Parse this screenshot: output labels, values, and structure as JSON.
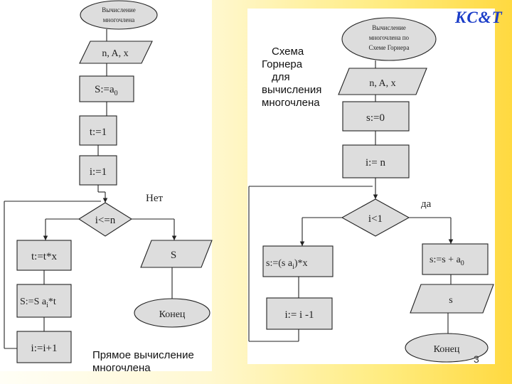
{
  "logo": "KC&T",
  "page_number": "3",
  "captions": {
    "right_title_lines": [
      "Схема",
      "Горнера",
      "для",
      "вычисления",
      "многочлена"
    ],
    "left_bottom_lines": [
      "Прямое вычисление",
      "многочлена"
    ]
  },
  "left_flow": {
    "start": [
      "Вычисление",
      "многочлена"
    ],
    "input": "n, A, x",
    "s_init": "S:=a",
    "s_init_sub": "0",
    "t_init": "t:=1",
    "i_init": "i:=1",
    "condition": "i<=n",
    "condition_label": "Нет",
    "t_update": "t:=t*x",
    "s_update": "S:=S a",
    "s_update_sub": "i",
    "s_update_tail": "*t",
    "i_update": "i:=i+1",
    "output": "S",
    "end": "Конец"
  },
  "right_flow": {
    "start": [
      "Вычисление",
      "многочлена по",
      "Схеме Горнера"
    ],
    "input": "n, A, x",
    "s_init": "s:=0",
    "i_init": "i:= n",
    "condition": "i<1",
    "condition_label": "да",
    "s_update": "s:=(s a",
    "s_update_sub": "i",
    "s_update_tail": ")*x",
    "i_update": "i:= i -1",
    "s_final": "s:=s + a",
    "s_final_sub": "0",
    "output": "s",
    "end": "Конец"
  }
}
